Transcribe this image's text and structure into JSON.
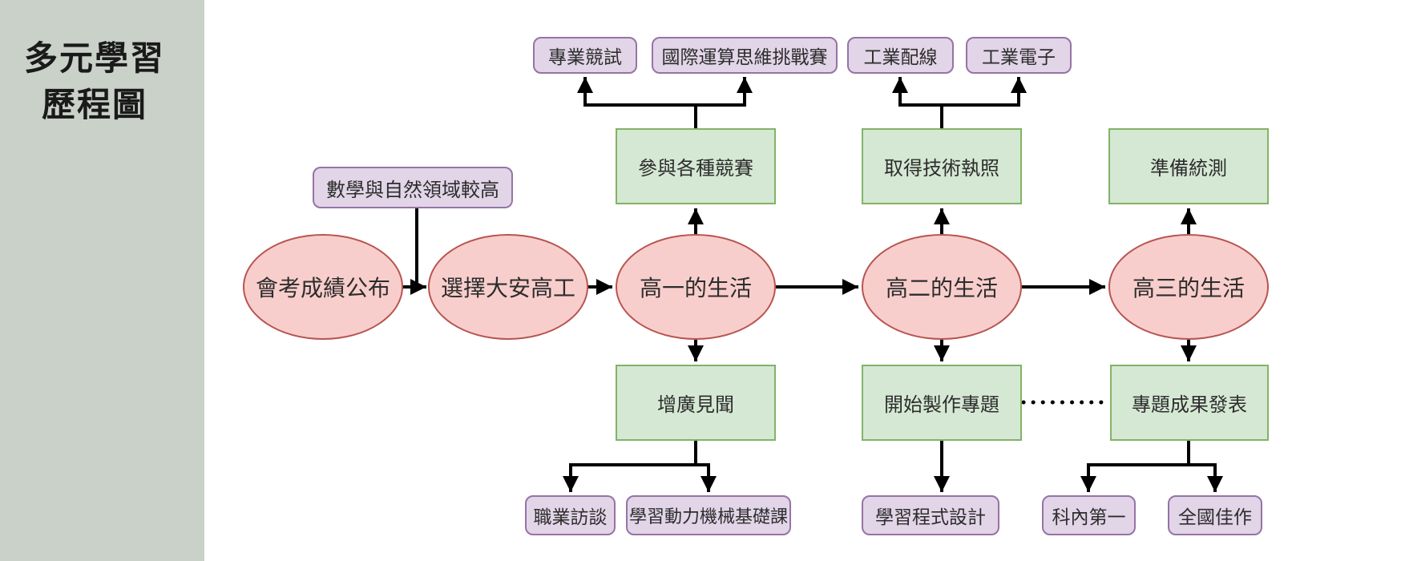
{
  "title": {
    "line1": "多元學習",
    "line2": "歷程圖"
  },
  "colors": {
    "sidebar_bg": "#c9d1c9",
    "ellipse_fill": "#f8cecc",
    "ellipse_stroke": "#b85450",
    "rect_fill": "#d5e8d4",
    "rect_stroke": "#82b366",
    "pill_fill": "#e1d5e7",
    "pill_stroke": "#9673a6",
    "connector": "#000000"
  },
  "nodes": {
    "exam_results": {
      "label": "會考成績公布"
    },
    "choose_school": {
      "label": "選擇大安高工"
    },
    "grade1": {
      "label": "高一的生活"
    },
    "grade2": {
      "label": "高二的生活"
    },
    "grade3": {
      "label": "高三的生活"
    },
    "math_science_note": {
      "label": "數學與自然領域較高"
    },
    "join_competitions": {
      "label": "參與各種競賽"
    },
    "get_licenses": {
      "label": "取得技術執照"
    },
    "prepare_exam": {
      "label": "準備統測"
    },
    "broaden_horizons": {
      "label": "增廣見聞"
    },
    "start_project": {
      "label": "開始製作專題"
    },
    "project_presentation": {
      "label": "專題成果發表"
    },
    "pro_contest": {
      "label": "專業競試"
    },
    "computing_challenge": {
      "label": "國際運算思維挑戰賽"
    },
    "industrial_wiring": {
      "label": "工業配線"
    },
    "industrial_electronics": {
      "label": "工業電子"
    },
    "career_interview": {
      "label": "職業訪談"
    },
    "power_mechanics_course": {
      "label": "學習動力機械基礎課"
    },
    "learn_programming": {
      "label": "學習程式設計"
    },
    "dept_first": {
      "label": "科內第一"
    },
    "national_merit": {
      "label": "全國佳作"
    }
  }
}
